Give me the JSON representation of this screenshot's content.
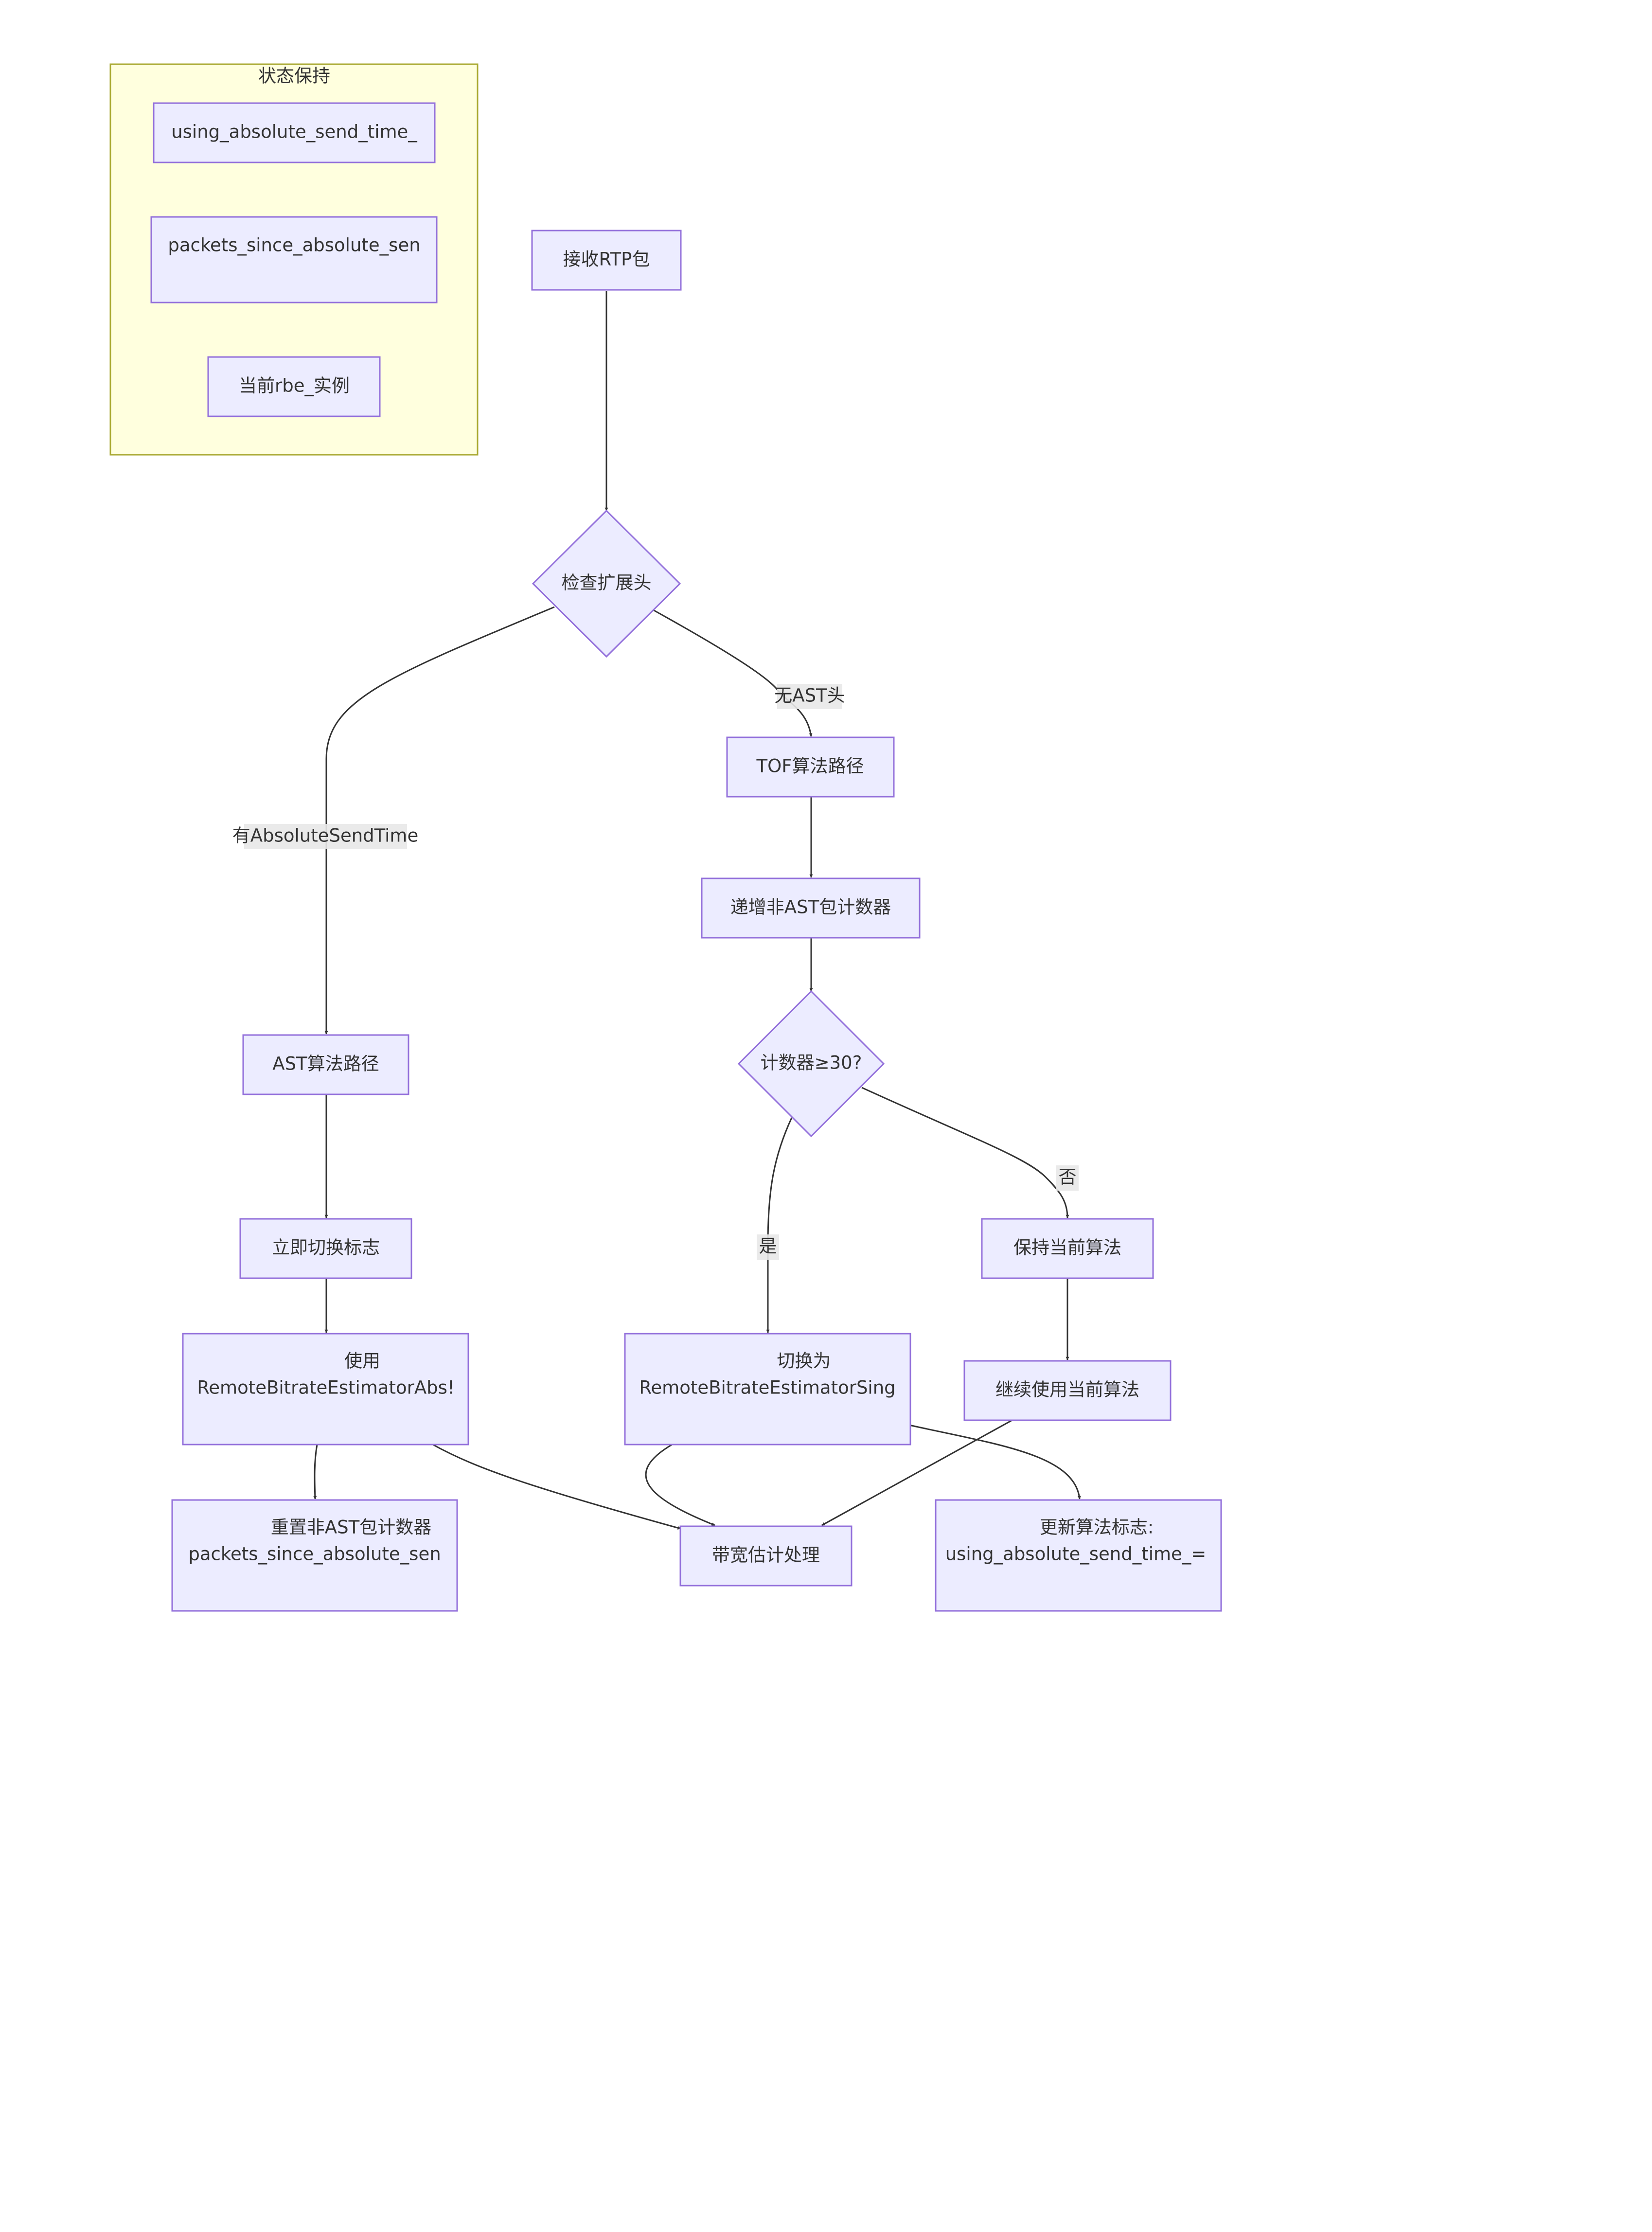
{
  "cluster": {
    "title": "状态保持",
    "items": [
      "using_absolute_send_time_",
      "packets_since_absolute_sen",
      "当前rbe_实例"
    ]
  },
  "nodes": {
    "receive": "接收RTP包",
    "check": "检查扩展头",
    "tof": "TOF算法路径",
    "incr": "递增非AST包计数器",
    "counter": "计数器≥30?",
    "ast": "AST算法路径",
    "switch_flag": "立即切换标志",
    "use_line1": "使用",
    "use_line2": "RemoteBitrateEstimatorAbs!",
    "switch_line1": "切换为",
    "switch_line2": "RemoteBitrateEstimatorSing",
    "keep": "保持当前算法",
    "continue": "继续使用当前算法",
    "reset_line1": "重置非AST包计数器",
    "reset_line2": "packets_since_absolute_sen",
    "bwe": "带宽估计处理",
    "update_line1": "更新算法标志:",
    "update_line2": "using_absolute_send_time_="
  },
  "edge_labels": {
    "no_ast": "无AST头",
    "has_ast": "有AbsoluteSendTime",
    "yes": "是",
    "no": "否"
  },
  "colors": {
    "node_fill": "#ececff",
    "node_stroke": "#9370db",
    "cluster_fill": "#ffffde",
    "cluster_stroke": "#aaaa33",
    "edge": "#333333",
    "text": "#333333"
  }
}
